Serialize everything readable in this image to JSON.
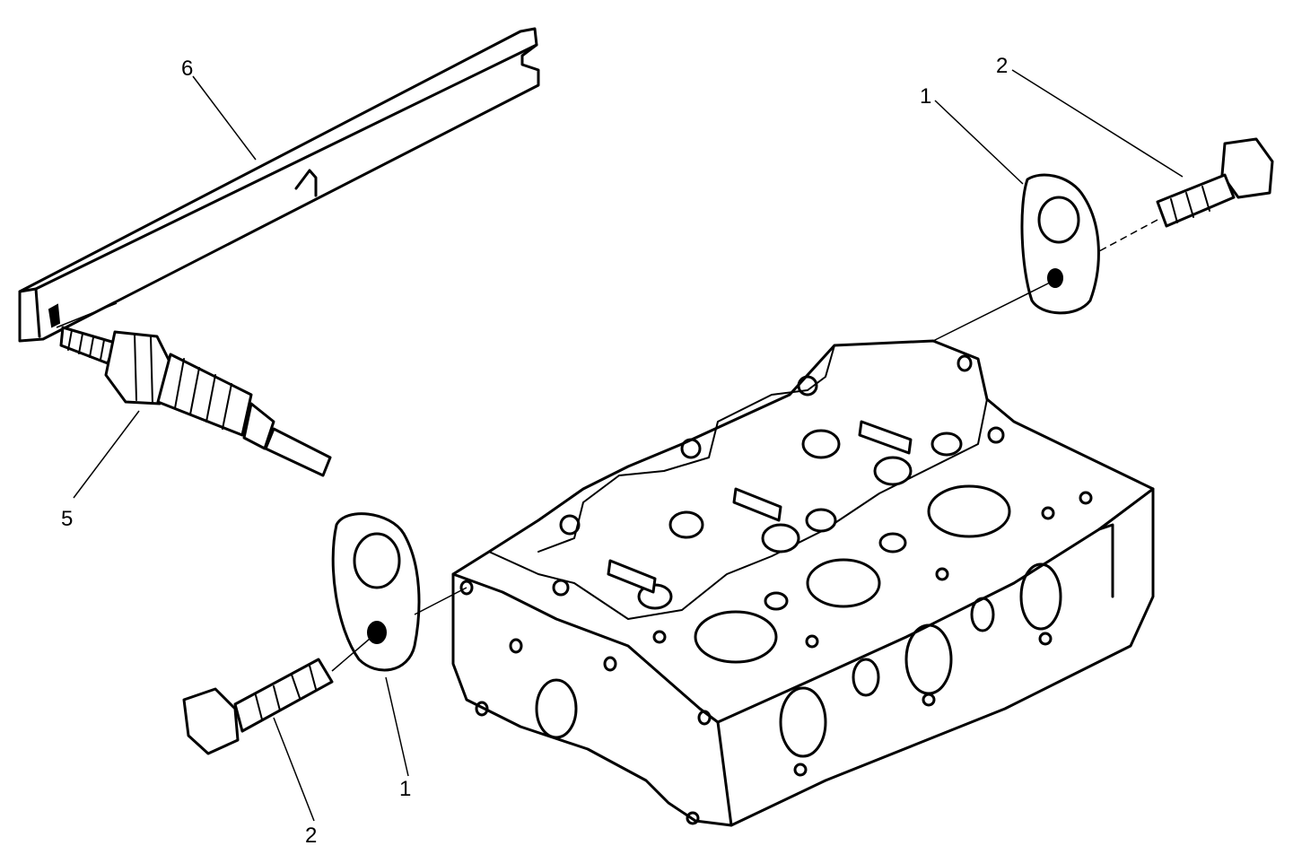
{
  "callouts": {
    "rod": "6",
    "glow_plug": "5",
    "bracket_right": "1",
    "bolt_right": "2",
    "bracket_left": "1",
    "bolt_left": "2"
  }
}
